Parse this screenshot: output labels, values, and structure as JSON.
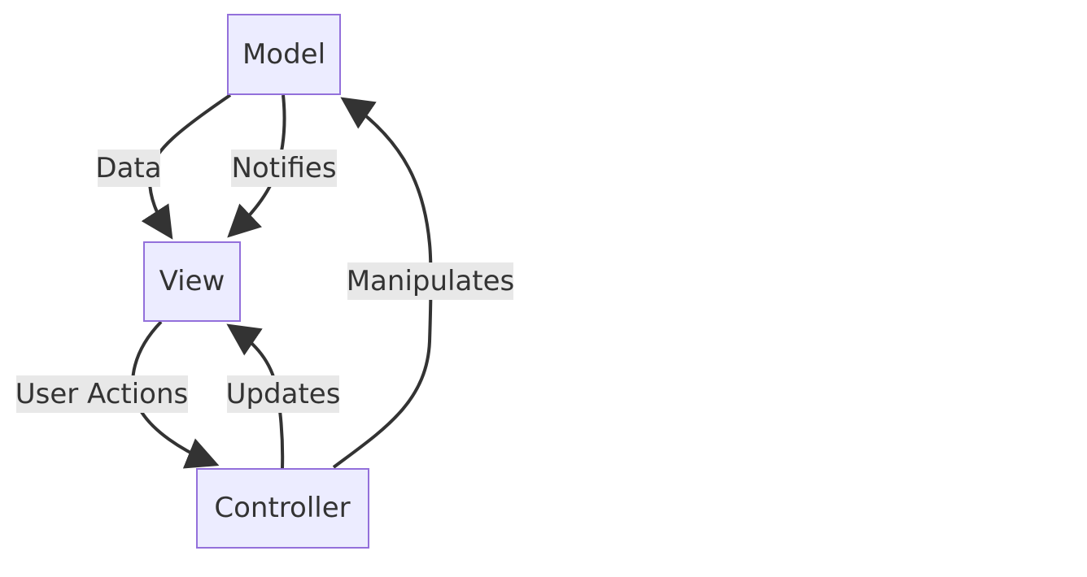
{
  "diagram": {
    "nodes": {
      "model": "Model",
      "view": "View",
      "controller": "Controller"
    },
    "edges": {
      "model_view_data": "Data",
      "model_view_notifies": "Notifies",
      "controller_model": "Manipulates",
      "view_controller": "User Actions",
      "controller_view": "Updates"
    }
  },
  "colors": {
    "node_fill": "#ECECFF",
    "node_border": "#9370DB",
    "edge": "#333333",
    "label_background": "#e8e8e8",
    "text": "#333333"
  }
}
